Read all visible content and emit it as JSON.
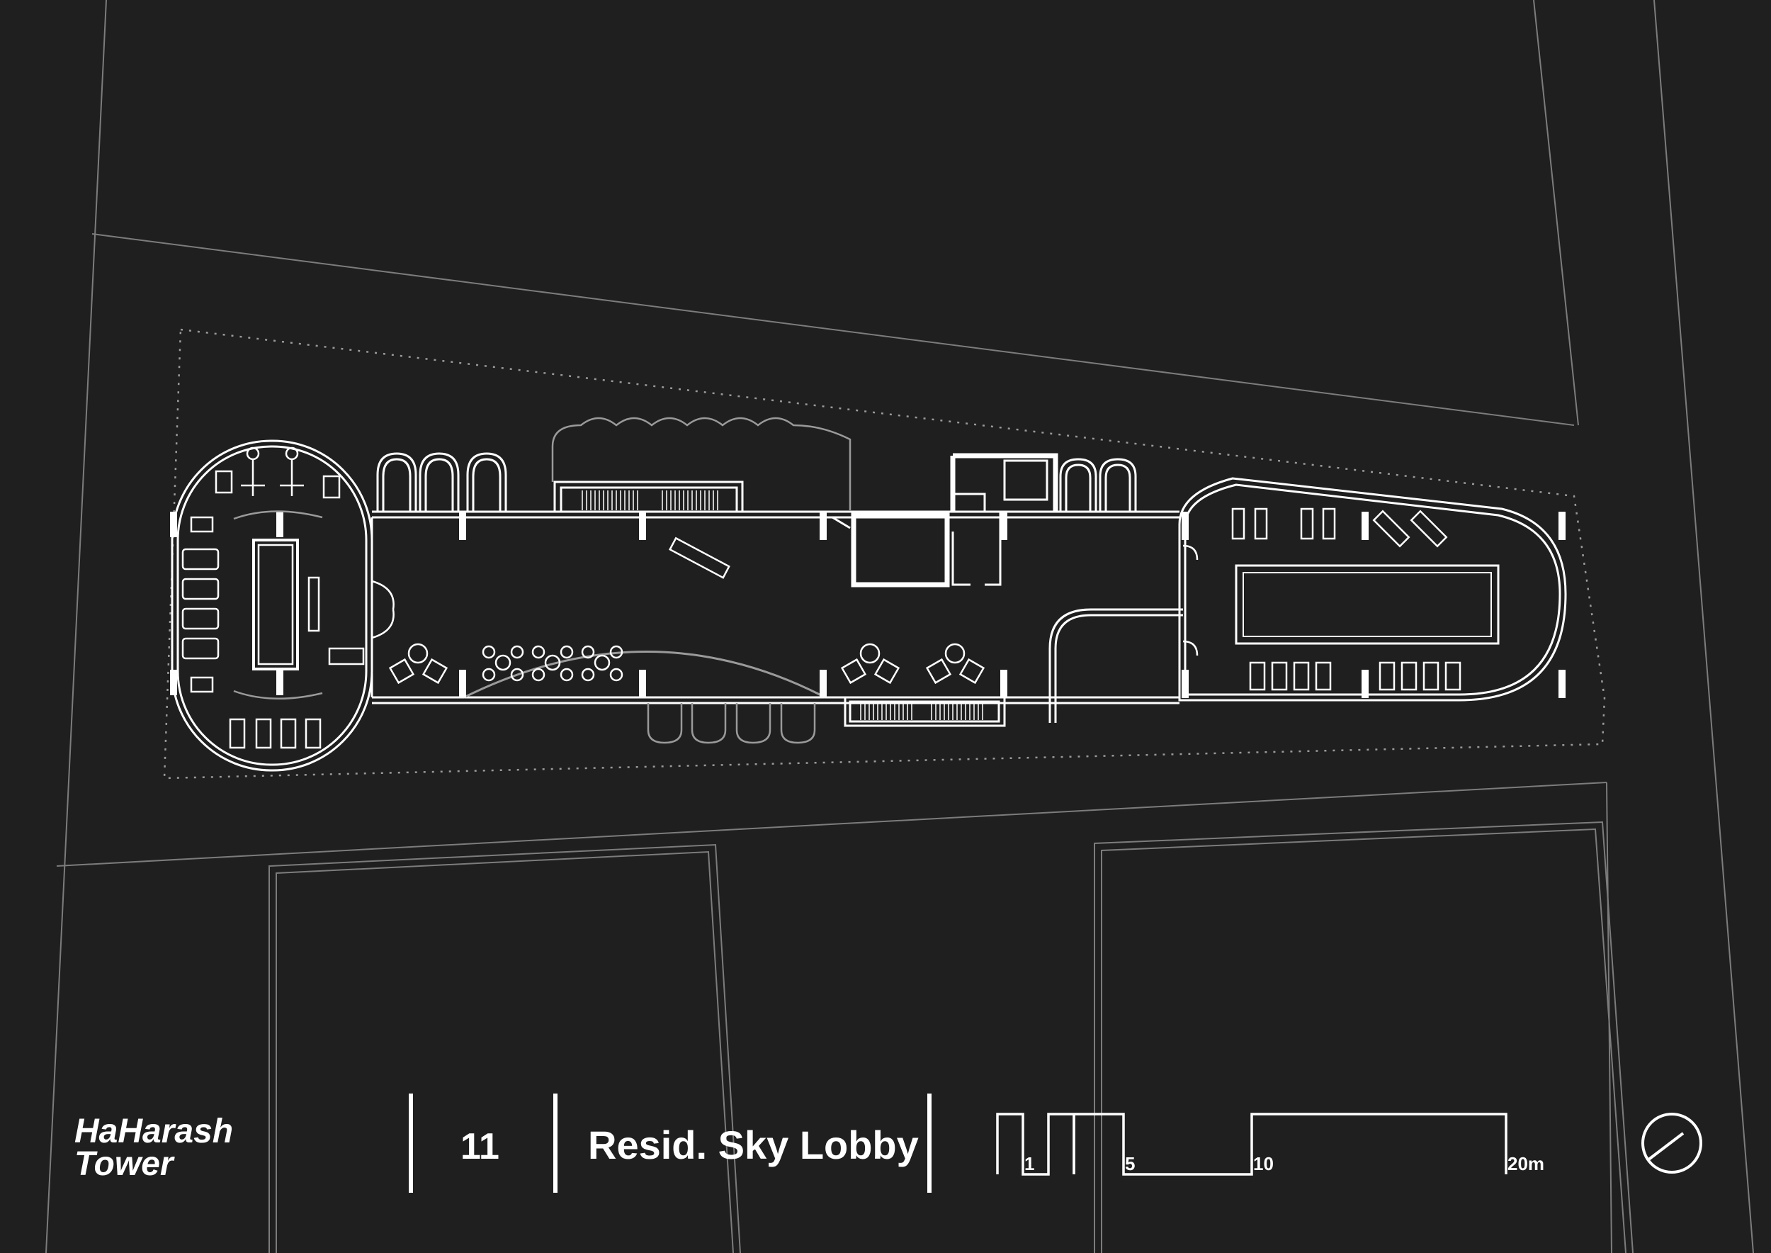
{
  "project": {
    "name_line1": "HaHarash",
    "name_line2": "Tower"
  },
  "sheet": {
    "floor_number": "11",
    "floor_name": "Resid. Sky Lobby"
  },
  "scale_bar": {
    "labels": [
      "1",
      "5",
      "10",
      "20m"
    ]
  },
  "icons": {
    "north": "north-arrow-icon"
  },
  "colors": {
    "background": "#1f1f1f",
    "linework": "#ffffff",
    "context": "#8a8a8a"
  }
}
